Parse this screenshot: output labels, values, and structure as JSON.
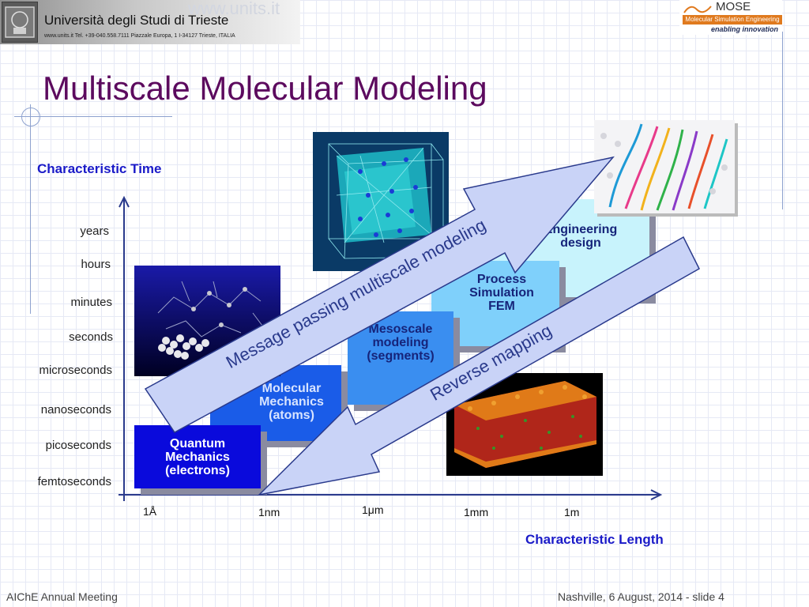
{
  "header": {
    "university_name": "Università degli Studi di Trieste",
    "university_address": "www.units.it  Tel. +39-040.558.7111  Piazzale Europa, 1  I-34127 Trieste, ITALIA",
    "university_web": "www.units.it",
    "mose_title": "MOSE",
    "mose_subtitle": "Molecular Simulation Engineering",
    "mose_tagline": "enabling innovation"
  },
  "slide_title": "Multiscale Molecular Modeling",
  "diagram": {
    "time_axis_title": "Characteristic Time",
    "length_axis_title": "Characteristic Length",
    "time_ticks": [
      "years",
      "hours",
      "minutes",
      "seconds",
      "microseconds",
      "nanoseconds",
      "picoseconds",
      "femtoseconds"
    ],
    "length_ticks": [
      "1Å",
      "1nm",
      "1μm",
      "1mm",
      "1m"
    ],
    "levels": [
      {
        "lines": [
          "Quantum",
          "Mechanics",
          "(electrons)"
        ],
        "fill": "#0a0adc",
        "text_color": "#ffffff"
      },
      {
        "lines": [
          "Molecular",
          "Mechanics",
          "(atoms)"
        ],
        "fill": "#1a5ce8",
        "text_color": "#d8e4ff"
      },
      {
        "lines": [
          "Mesoscale",
          "modeling",
          "(segments)"
        ],
        "fill": "#3a8ef0",
        "text_color": "#16247a"
      },
      {
        "lines": [
          "Process",
          "Simulation",
          "FEM"
        ],
        "fill": "#7fd0fb",
        "text_color": "#16247a"
      },
      {
        "lines": [
          "Engineering",
          "design"
        ],
        "fill": "#c8f3fc",
        "text_color": "#16247a"
      }
    ],
    "arrow_up_label": "Message passing multiscale modeling",
    "arrow_down_label": "Reverse mapping"
  },
  "colors": {
    "title": "#5c0a5e",
    "axis_title": "#1a1ac8",
    "arrow_fill": "#c9d3f7",
    "arrow_stroke": "#2a3a8c"
  },
  "footer": {
    "left": "AIChE Annual Meeting",
    "right": "Nashville, 6 August, 2014 - slide 4"
  }
}
